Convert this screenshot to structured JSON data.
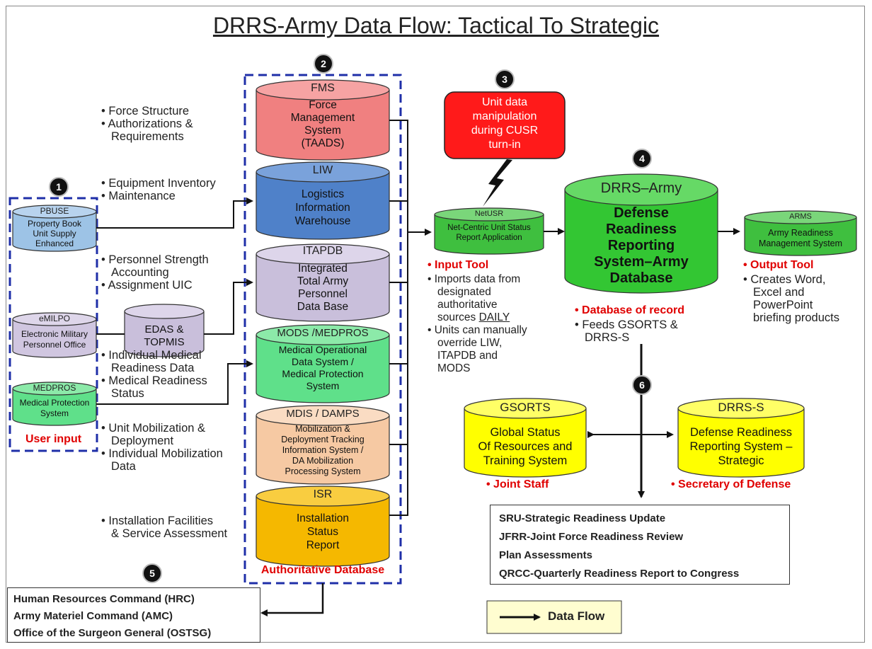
{
  "title": "DRRS-Army Data Flow: Tactical To Strategic",
  "badges": [
    "1",
    "2",
    "3",
    "4",
    "5",
    "6"
  ],
  "user_input": {
    "label": "User input",
    "systems": [
      {
        "short": "PBUSE",
        "long": "Property Book\nUnit Supply\nEnhanced",
        "color": "#9dc3e6"
      },
      {
        "short": "eMILPO",
        "long": "Electronic Military\nPersonnel Office",
        "color": "#d0c6e0"
      },
      {
        "short": "MEDPROS",
        "long": "Medical  Protection\nSystem",
        "color": "#5fe08a"
      }
    ]
  },
  "edas": "EDAS &\nTOPMIS",
  "data_categories": [
    [
      "Force Structure",
      "Authorizations &\nRequirements"
    ],
    [
      "Equipment Inventory",
      "Maintenance"
    ],
    [
      "Personnel Strength\nAccounting",
      "Assignment UIC"
    ],
    [
      "Individual Medical\nReadiness Data",
      "Medical Readiness\nStatus"
    ],
    [
      "Unit Mobilization &\nDeployment",
      "Individual Mobilization\nData"
    ],
    [
      "Installation Facilities\n& Service Assessment"
    ]
  ],
  "authoritative": {
    "label": "Authoritative Database",
    "databases": [
      {
        "short": "FMS",
        "long": "Force\nManagement\nSystem\n(TAADS)",
        "color": "#f08080"
      },
      {
        "short": "LIW",
        "long": "Logistics\nInformation\nWarehouse",
        "color": "#4f81c9"
      },
      {
        "short": "ITAPDB",
        "long": "Integrated\nTotal Army\nPersonnel\nData Base",
        "color": "#c9bfdb"
      },
      {
        "short": "MODS /MEDPROS",
        "long": "Medical Operational\nData System /\nMedical Protection\nSystem",
        "color": "#5fe08a"
      },
      {
        "short": "MDIS / DAMPS",
        "long": "Mobilization &\nDeployment Tracking\nInformation System /\nDA Mobilization\nProcessing System",
        "color": "#f6c9a3"
      },
      {
        "short": "ISR",
        "long": "Installation\nStatus\nReport",
        "color": "#f5b800"
      }
    ]
  },
  "manipulation": "Unit data\nmanipulation\nduring CUSR\nturn-in",
  "netusr": {
    "short": "NetUSR",
    "long": "Net-Centric Unit Status\nReport Application",
    "tool": "Input Tool",
    "bullets": [
      "Imports data from\ndesignated\nauthoritative\nsources ",
      "Units can manually\noverride LIW,\nITAPDB and\nMODS"
    ],
    "daily": "DAILY"
  },
  "drrs_army": {
    "short": "DRRS–Army",
    "long": "Defense\nReadiness\nReporting\nSystem–Army\nDatabase",
    "role": "Database of record",
    "feeds": "Feeds GSORTS &\nDRRS-S"
  },
  "arms": {
    "short": "ARMS",
    "long": "Army Readiness\nManagement System",
    "tool": "Output Tool",
    "bullet": "Creates Word,\nExcel and\nPowerPoint\nbriefing products"
  },
  "gsorts": {
    "short": "GSORTS",
    "long": "Global Status\nOf Resources and\nTraining System",
    "owner": "Joint Staff"
  },
  "drrs_s": {
    "short": "DRRS-S",
    "long": "Defense Readiness\nReporting System –\nStrategic",
    "owner": "Secretary of Defense"
  },
  "strategic_products": [
    "SRU-Strategic Readiness Update",
    "JFRR-Joint Force Readiness Review",
    "Plan Assessments",
    "QRCC-Quarterly Readiness Report to Congress"
  ],
  "commands": [
    "Human Resources Command (HRC)",
    "Army Materiel Command (AMC)",
    "Office of the Surgeon General (OSTSG)"
  ],
  "legend": "Data Flow"
}
